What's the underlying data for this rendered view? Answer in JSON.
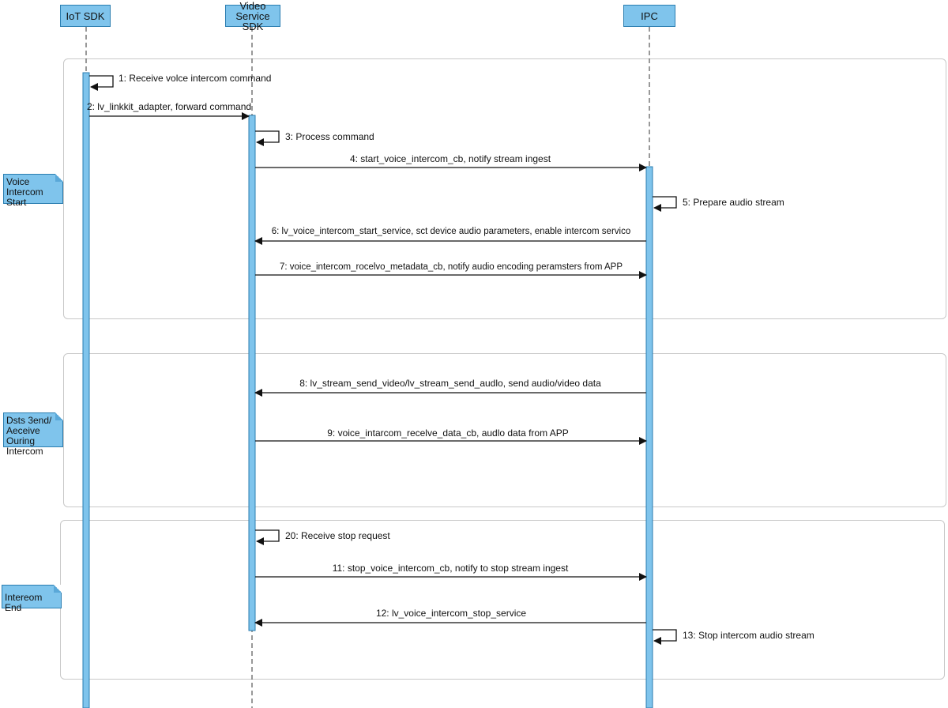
{
  "participants": [
    {
      "id": "iot",
      "label": "IoT SDK"
    },
    {
      "id": "vs",
      "label": "Video Service\nSDK"
    },
    {
      "id": "ipc",
      "label": "IPC"
    }
  ],
  "phases": [
    {
      "label": "Voice\nIntercom Start"
    },
    {
      "label": "Dsts 3end/\nAeceive Ouring\nIntercom"
    },
    {
      "label": "Intereom End"
    }
  ],
  "messages": [
    {
      "number": "1",
      "text": "1: Receive volce intercom command",
      "from": "iot",
      "to": "iot",
      "kind": "self"
    },
    {
      "number": "2",
      "text": "2: lv_linkkit_adapter, forward command",
      "from": "iot",
      "to": "vs",
      "kind": "call"
    },
    {
      "number": "3",
      "text": "3: Process command",
      "from": "vs",
      "to": "vs",
      "kind": "self"
    },
    {
      "number": "4",
      "text": "4: start_voice_intercom_cb, notify stream ingest",
      "from": "vs",
      "to": "ipc",
      "kind": "call"
    },
    {
      "number": "5",
      "text": "5: Prepare audio stream",
      "from": "ipc",
      "to": "ipc",
      "kind": "self"
    },
    {
      "number": "6",
      "text": "6: lv_voice_intercom_start_service, sct device audio parameters, enable intercom servico",
      "from": "ipc",
      "to": "vs",
      "kind": "call"
    },
    {
      "number": "7",
      "text": "7: voice_intercom_rocelvo_metadata_cb, notify audio encoding peramsters from APP",
      "from": "vs",
      "to": "ipc",
      "kind": "call"
    },
    {
      "number": "8",
      "text": "8: lv_stream_send_video/lv_stream_send_audlo, send audio/video data",
      "from": "ipc",
      "to": "vs",
      "kind": "call"
    },
    {
      "number": "9",
      "text": "9: voice_intarcom_recelve_data_cb, audlo data from APP",
      "from": "vs",
      "to": "ipc",
      "kind": "call"
    },
    {
      "number": "20",
      "text": "20: Receive stop request",
      "from": "vs",
      "to": "vs",
      "kind": "self"
    },
    {
      "number": "11",
      "text": "11: stop_voice_intercom_cb, notify to stop stream ingest",
      "from": "vs",
      "to": "ipc",
      "kind": "call"
    },
    {
      "number": "12",
      "text": "12: lv_voice_intercom_stop_service",
      "from": "ipc",
      "to": "vs",
      "kind": "call"
    },
    {
      "number": "13",
      "text": "13: Stop intercom audio stream",
      "from": "ipc",
      "to": "ipc",
      "kind": "self"
    }
  ],
  "colors": {
    "lifeline_fill": "#7fc4ec",
    "lifeline_border": "#2a7db0",
    "arrow": "#111111",
    "phase_border": "#c8c8c8"
  }
}
